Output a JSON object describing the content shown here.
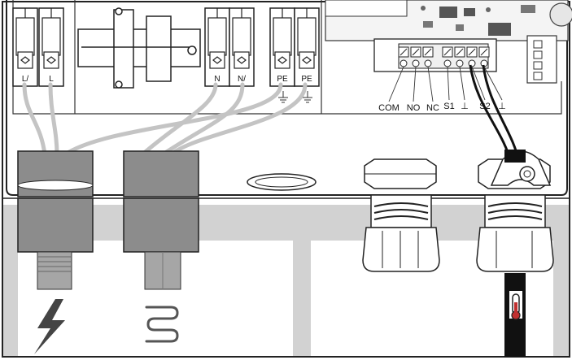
{
  "terminals_left": [
    {
      "label": "L/"
    },
    {
      "label": "L"
    }
  ],
  "terminals_mid": [
    {
      "label": "N"
    },
    {
      "label": "N/"
    },
    {
      "label": "PE"
    },
    {
      "label": "PE"
    }
  ],
  "signal_terminals": [
    {
      "label": "COM"
    },
    {
      "label": "NO"
    },
    {
      "label": "NC"
    },
    {
      "label": "S1"
    },
    {
      "label": "⊥"
    },
    {
      "label": "S2"
    },
    {
      "label": "⊥"
    }
  ],
  "icons": {
    "power": "lightning-bolt-icon",
    "heating": "heating-element-icon",
    "sensor": "thermometer-icon"
  },
  "colors": {
    "housing_line": "#222222",
    "wire_grey": "#c4c4c4",
    "gland_grey": "#8c8c8c",
    "wall_grey": "#d2d2d2",
    "sensor_cable": "#111111"
  }
}
